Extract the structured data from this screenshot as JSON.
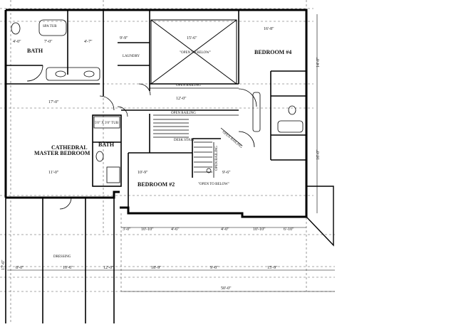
{
  "plan": {
    "rooms": {
      "master_bedroom": "MASTER BEDROOM",
      "cathedral": "CATHEDRAL",
      "bath_master": "BATH",
      "bath_2": "BATH",
      "bedroom_2": "BEDROOM #2",
      "bedroom_4": "BEDROOM #4",
      "laundry": "LAUNDRY",
      "dressing": "DRESSING",
      "spa_tub": "SPA TUB",
      "tub": "5'0\" X 3'0\" TUB"
    },
    "annotations": {
      "open_to_below_top": "\"OPEN TO BELOW\"",
      "open_to_below_mid": "\"OPEN TO BELOW\"",
      "open_railing_top": "OPEN RAILING",
      "open_railing_mid": "OPEN RAILING",
      "open_railing_vertical": "OPEN RAILING",
      "open_railing_angled": "OPEN RAILING",
      "desk_stair": "DESK STAIR"
    },
    "dimensions": {
      "d_bath_w": "7'-0\"",
      "d_bath_l": "4'-0\"",
      "d_closet": "4'-7\"",
      "d_hall": "9'-9\"",
      "d_top_mid": "15'-6\"",
      "d_bed4_w": "16'-8\"",
      "d_right": "14'-0\"",
      "d_railing": "12'-0\"",
      "d_master_l": "17'-0\"",
      "d_master_w": "11'-0\"",
      "d_bed2_w": "10'-9\"",
      "d_stair": "9'-6\"",
      "d_right_mid": "16'-0\"",
      "d_b1": "3'-0\"",
      "d_b2": "10'-10\"",
      "d_b3": "4'-6\"",
      "d_b4": "4'-0\"",
      "d_b5": "10'-10\"",
      "d_b6": "6'-10\"",
      "d_low1": "8'-0\"",
      "d_low2": "10'-6\"",
      "d_low3": "12'-0\"",
      "d_low4": "18'-9\"",
      "d_low5": "15'-9\"",
      "d_low6": "9'-0\"",
      "d_total": "50'-0\"",
      "d_left": "17'-6\""
    }
  }
}
